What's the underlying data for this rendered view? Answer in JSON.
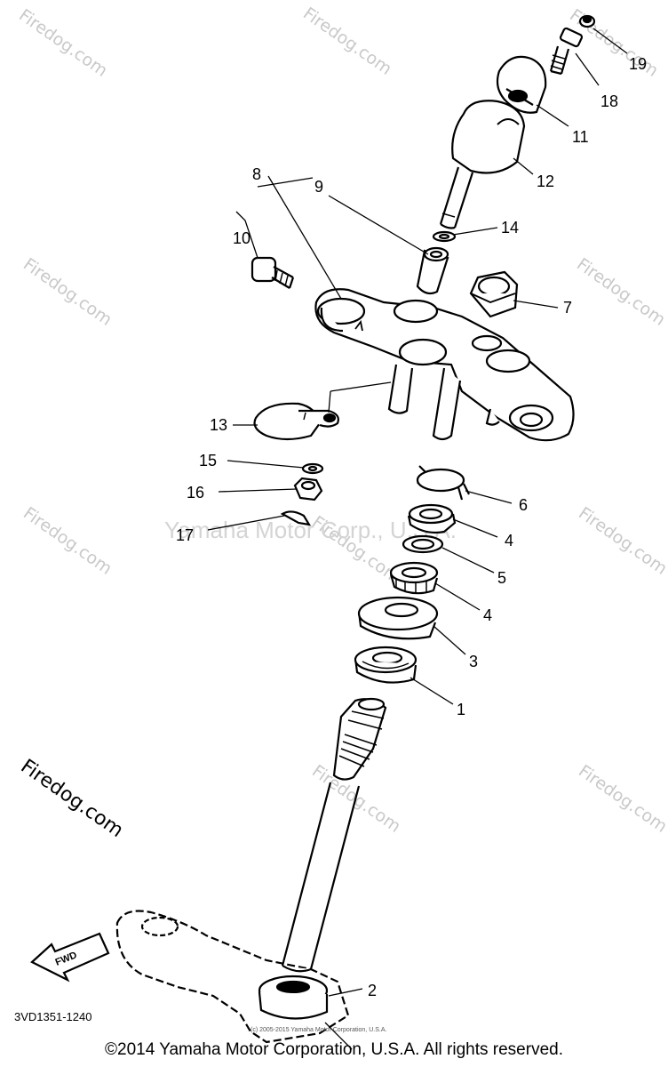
{
  "watermark": {
    "site": "Firedog.com",
    "center": "Yamaha Motor Corp., U.S.A."
  },
  "callouts": [
    "1",
    "2",
    "3",
    "4",
    "4",
    "5",
    "6",
    "7",
    "8",
    "9",
    "10",
    "11",
    "12",
    "13",
    "14",
    "15",
    "16",
    "17",
    "18",
    "19"
  ],
  "part_code": "3VD1351-1240",
  "fwd_label": "FWD",
  "small_copyright": "(c) 2005-2015 Yamaha Motor Corporation, U.S.A.",
  "footer": "©2014 Yamaha Motor Corporation, U.S.A. All rights reserved."
}
